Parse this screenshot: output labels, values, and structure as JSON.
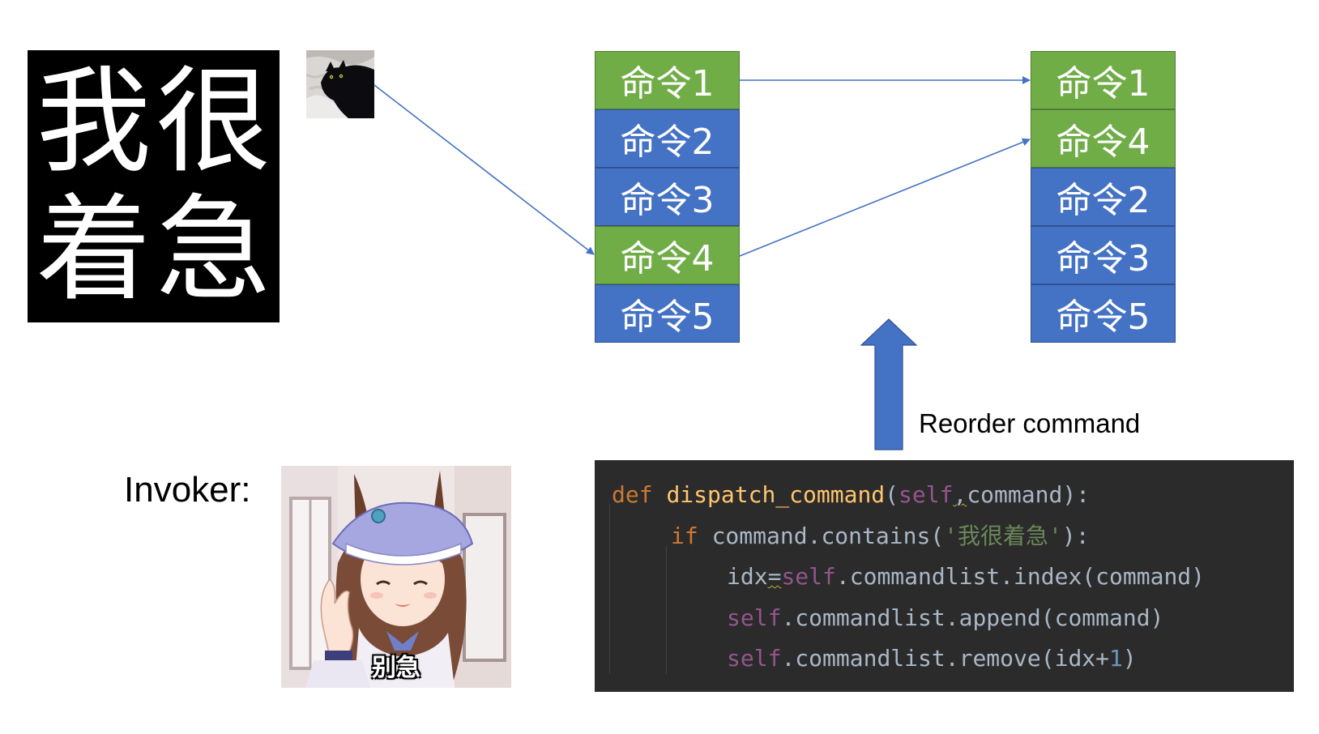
{
  "big_text": {
    "chars": [
      "我",
      "很",
      "着",
      "急"
    ]
  },
  "left_stack": [
    {
      "label": "命令1",
      "color": "#70ad47"
    },
    {
      "label": "命令2",
      "color": "#4472c4"
    },
    {
      "label": "命令3",
      "color": "#4472c4"
    },
    {
      "label": "命令4",
      "color": "#70ad47"
    },
    {
      "label": "命令5",
      "color": "#4472c4"
    }
  ],
  "right_stack": [
    {
      "label": "命令1",
      "color": "#70ad47"
    },
    {
      "label": "命令4",
      "color": "#70ad47"
    },
    {
      "label": "命令2",
      "color": "#4472c4"
    },
    {
      "label": "命令3",
      "color": "#4472c4"
    },
    {
      "label": "命令5",
      "color": "#4472c4"
    }
  ],
  "reorder_label": "Reorder command",
  "invoker_label": "Invoker:",
  "meme_caption": "别急",
  "code": {
    "def_kw": "def",
    "func_name": "dispatch_command",
    "params_open": "(",
    "self_kw": "self",
    "comma": ",",
    "param_command": "command",
    "params_close": "):",
    "if_kw": "if",
    "if_expr": "command.contains(",
    "if_string": "'我很着急'",
    "if_close": "):",
    "idx_var": "idx",
    "eq": "=",
    "l3_rest": ".commandlist.index(command)",
    "l4_rest": ".commandlist.append(command)",
    "l5_rest_a": ".commandlist.remove(idx+",
    "l5_num": "1",
    "l5_rest_b": ")"
  },
  "colors": {
    "green": "#70ad47",
    "blue": "#4472c4",
    "arrow": "#4472c4",
    "code_bg": "#2b2b2b"
  },
  "icons": [
    "cat-image",
    "anime-girl-image"
  ]
}
